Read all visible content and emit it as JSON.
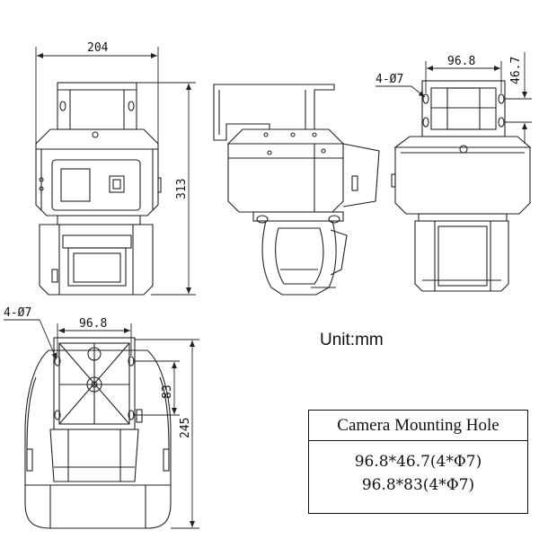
{
  "dimensions": {
    "front_width": "204",
    "front_height": "313",
    "top_hole_pitch_x": "96.8",
    "top_hole_pitch_y": "46.7",
    "top_hole_label": "4-Ø7",
    "base_hole_label": "4-Ø7",
    "base_hole_pitch_x": "96.8",
    "base_hole_pitch_y": "83",
    "base_height": "245"
  },
  "unit_label": "Unit:mm",
  "mounting_table": {
    "title": "Camera Mounting Hole",
    "rows": [
      "96.8*46.7(4*Φ7)",
      "96.8*83(4*Φ7)"
    ]
  },
  "colors": {
    "line": "#222222",
    "background": "#ffffff"
  }
}
